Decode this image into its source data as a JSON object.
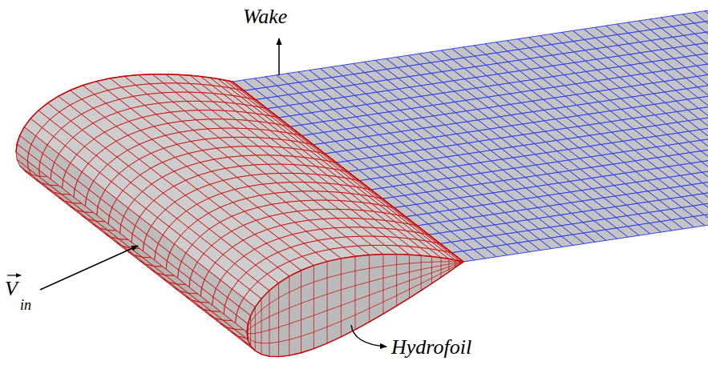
{
  "diagram": {
    "labels": [
      "Wake",
      "Hydrofoil",
      "V",
      "in"
    ]
  }
}
